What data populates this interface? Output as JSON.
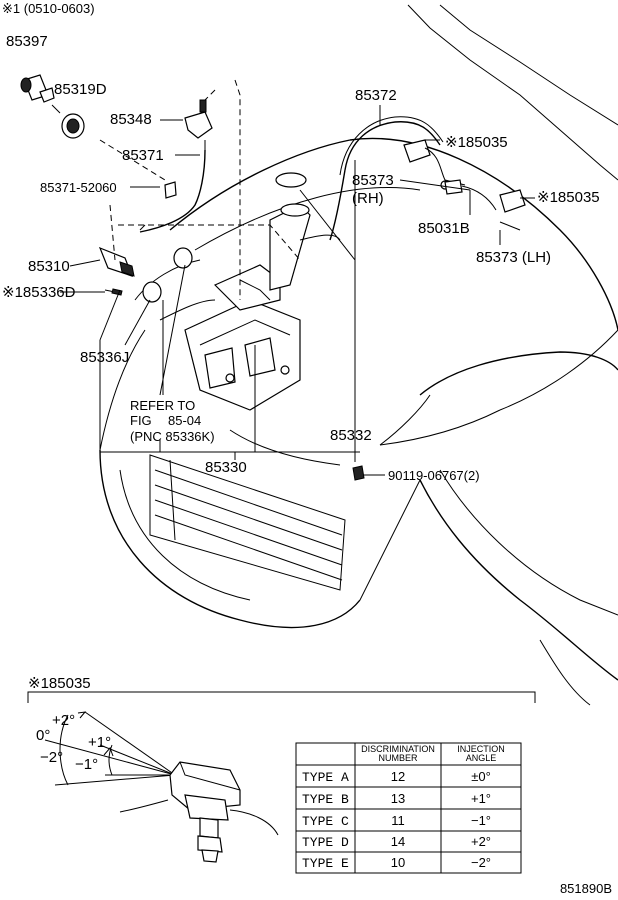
{
  "header_note": "※1 (0510-0603)",
  "figure_code": "851890B",
  "parts": {
    "p85397": "85397",
    "p85319D": "85319D",
    "p85348": "85348",
    "p85371": "85371",
    "p85371_52060": "85371-52060",
    "p85310": "85310",
    "p85336D": "※185336D",
    "p85336J": "85336J",
    "p85372": "85372",
    "p85035_top": "※185035",
    "p85035_right": "※185035",
    "p85373": "85373",
    "rh": "(RH)",
    "p85031B": "85031B",
    "p85373_lh": "85373 (LH)",
    "p85332": "85332",
    "p85330": "85330",
    "p90119": "90119-06767(2)"
  },
  "refer": {
    "line1": "REFER TO",
    "line2": "FIG",
    "line3": "85-04",
    "line4": "(PNC 85336K)"
  },
  "detail": {
    "title": "※185035",
    "angles": {
      "zero": "0°",
      "plus2": "+2°",
      "minus2": "−2°",
      "plus1": "+1°",
      "minus1": "−1°"
    }
  },
  "table": {
    "headers": [
      "",
      "DISCRIMINATION NUMBER",
      "INJECTION ANGLE"
    ],
    "header_lines": [
      [
        "",
        ""
      ],
      [
        "DISCRIMINATION",
        "NUMBER"
      ],
      [
        "INJECTION",
        "ANGLE"
      ]
    ],
    "rows": [
      {
        "type": "TYPE A",
        "number": "12",
        "angle": "±0°"
      },
      {
        "type": "TYPE B",
        "number": "13",
        "angle": "+1°"
      },
      {
        "type": "TYPE C",
        "number": "11",
        "angle": "−1°"
      },
      {
        "type": "TYPE D",
        "number": "14",
        "angle": "+2°"
      },
      {
        "type": "TYPE E",
        "number": "10",
        "angle": "−2°"
      }
    ]
  }
}
